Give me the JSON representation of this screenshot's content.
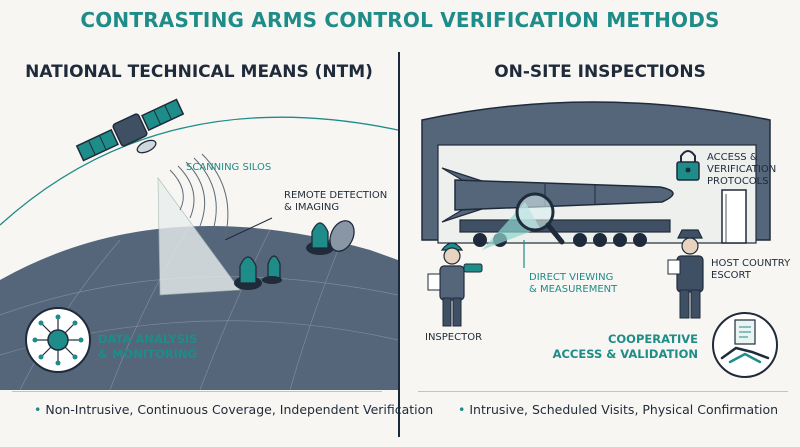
{
  "title": "CONTRASTING ARMS CONTROL VERIFICATION METHODS",
  "left": {
    "heading": "NATIONAL TECHNICAL MEANS (NTM)",
    "scanning_label": "SCANNING SILOS",
    "remote_label_1": "REMOTE DETECTION",
    "remote_label_2": "& IMAGING",
    "analysis_label_1": "DATA ANALYSIS",
    "analysis_label_2": "& MONITORING",
    "footer": "Non-Intrusive, Continuous Coverage, Independent Verification"
  },
  "right": {
    "heading": "ON-SITE INSPECTIONS",
    "access_label_1": "ACCESS &",
    "access_label_2": "VERIFICATION",
    "access_label_3": "PROTOCOLS",
    "escort_label_1": "HOST COUNTRY",
    "escort_label_2": "ESCORT",
    "viewing_label_1": "DIRECT VIEWING",
    "viewing_label_2": "& MEASUREMENT",
    "inspector_label": "INSPECTOR",
    "coop_label_1": "COOPERATIVE",
    "coop_label_2": "ACCESS & VALIDATION",
    "footer": "Intrusive, Scheduled Visits, Physical Confirmation"
  },
  "colors": {
    "teal": "#1e8c88",
    "navy": "#1f2b3a",
    "slate": "#5c6b7c",
    "background": "#f7f6f2"
  }
}
